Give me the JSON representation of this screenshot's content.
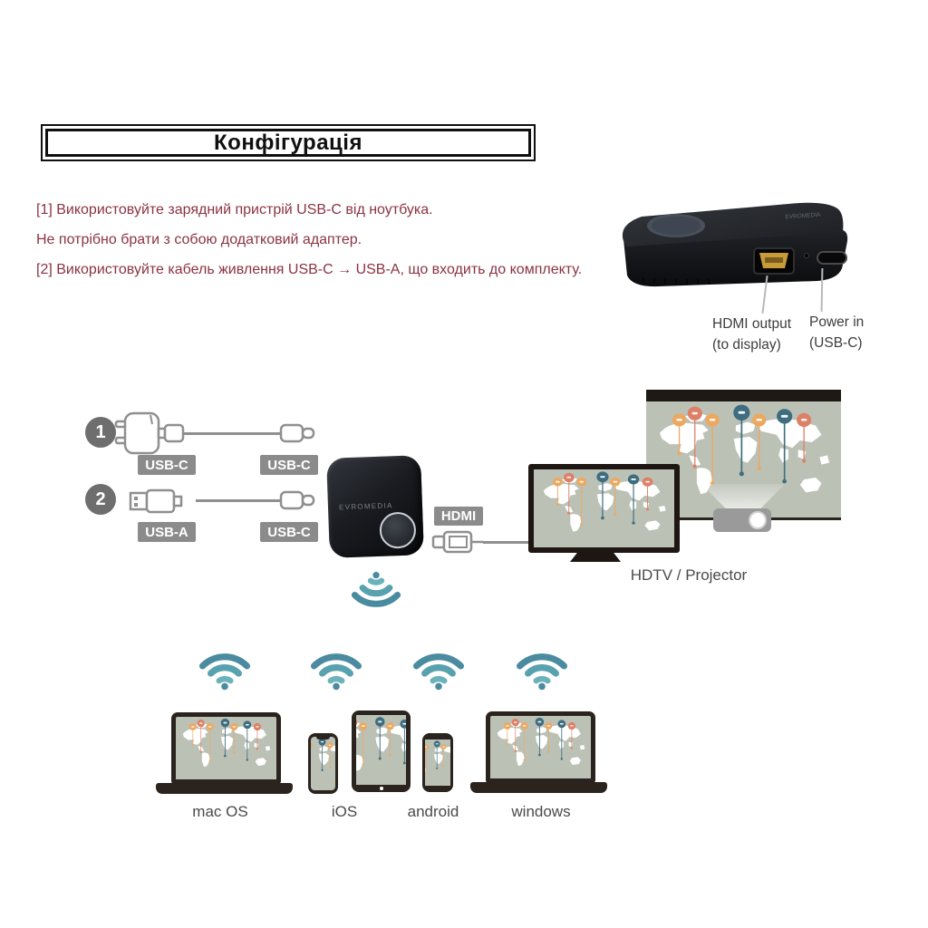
{
  "header": {
    "title": "Конфігурація"
  },
  "instructions": {
    "lines": [
      "[1] Використовуйте зарядний пристрій USB-C від ноутбука.",
      "Не потрібно брати з собою додатковий адаптер.",
      "[2] Використовуйте кабель живлення USB-C → USB-A, що входить до комплекту."
    ],
    "text_color": "#8b3342"
  },
  "product": {
    "port_labels": {
      "hdmi_line1": "HDMI output",
      "hdmi_line2": "(to display)",
      "power_line1": "Power in",
      "power_line2": "(USB-C)"
    }
  },
  "steps": {
    "items": [
      {
        "number": "1",
        "left_connector": "USB-C",
        "right_connector": "USB-C"
      },
      {
        "number": "2",
        "left_connector": "USB-A",
        "right_connector": "USB-C"
      }
    ]
  },
  "receiver": {
    "brand": "EVROMEDIA"
  },
  "connection": {
    "hdmi_badge": "HDMI"
  },
  "display": {
    "label": "HDTV / Projector"
  },
  "clients": {
    "items": [
      {
        "label": "mac OS"
      },
      {
        "label": "iOS"
      },
      {
        "label": "android"
      },
      {
        "label": "windows"
      }
    ]
  },
  "colors": {
    "instruction_text": "#8b3342",
    "badge_bg": "#8b8b8b",
    "wifi_teal": "#4a8ba0",
    "screen_sage": "#bcc1b5",
    "pin_orange": "#eda85f",
    "pin_salmon": "#dd8068",
    "pin_teal": "#3e6d80"
  }
}
